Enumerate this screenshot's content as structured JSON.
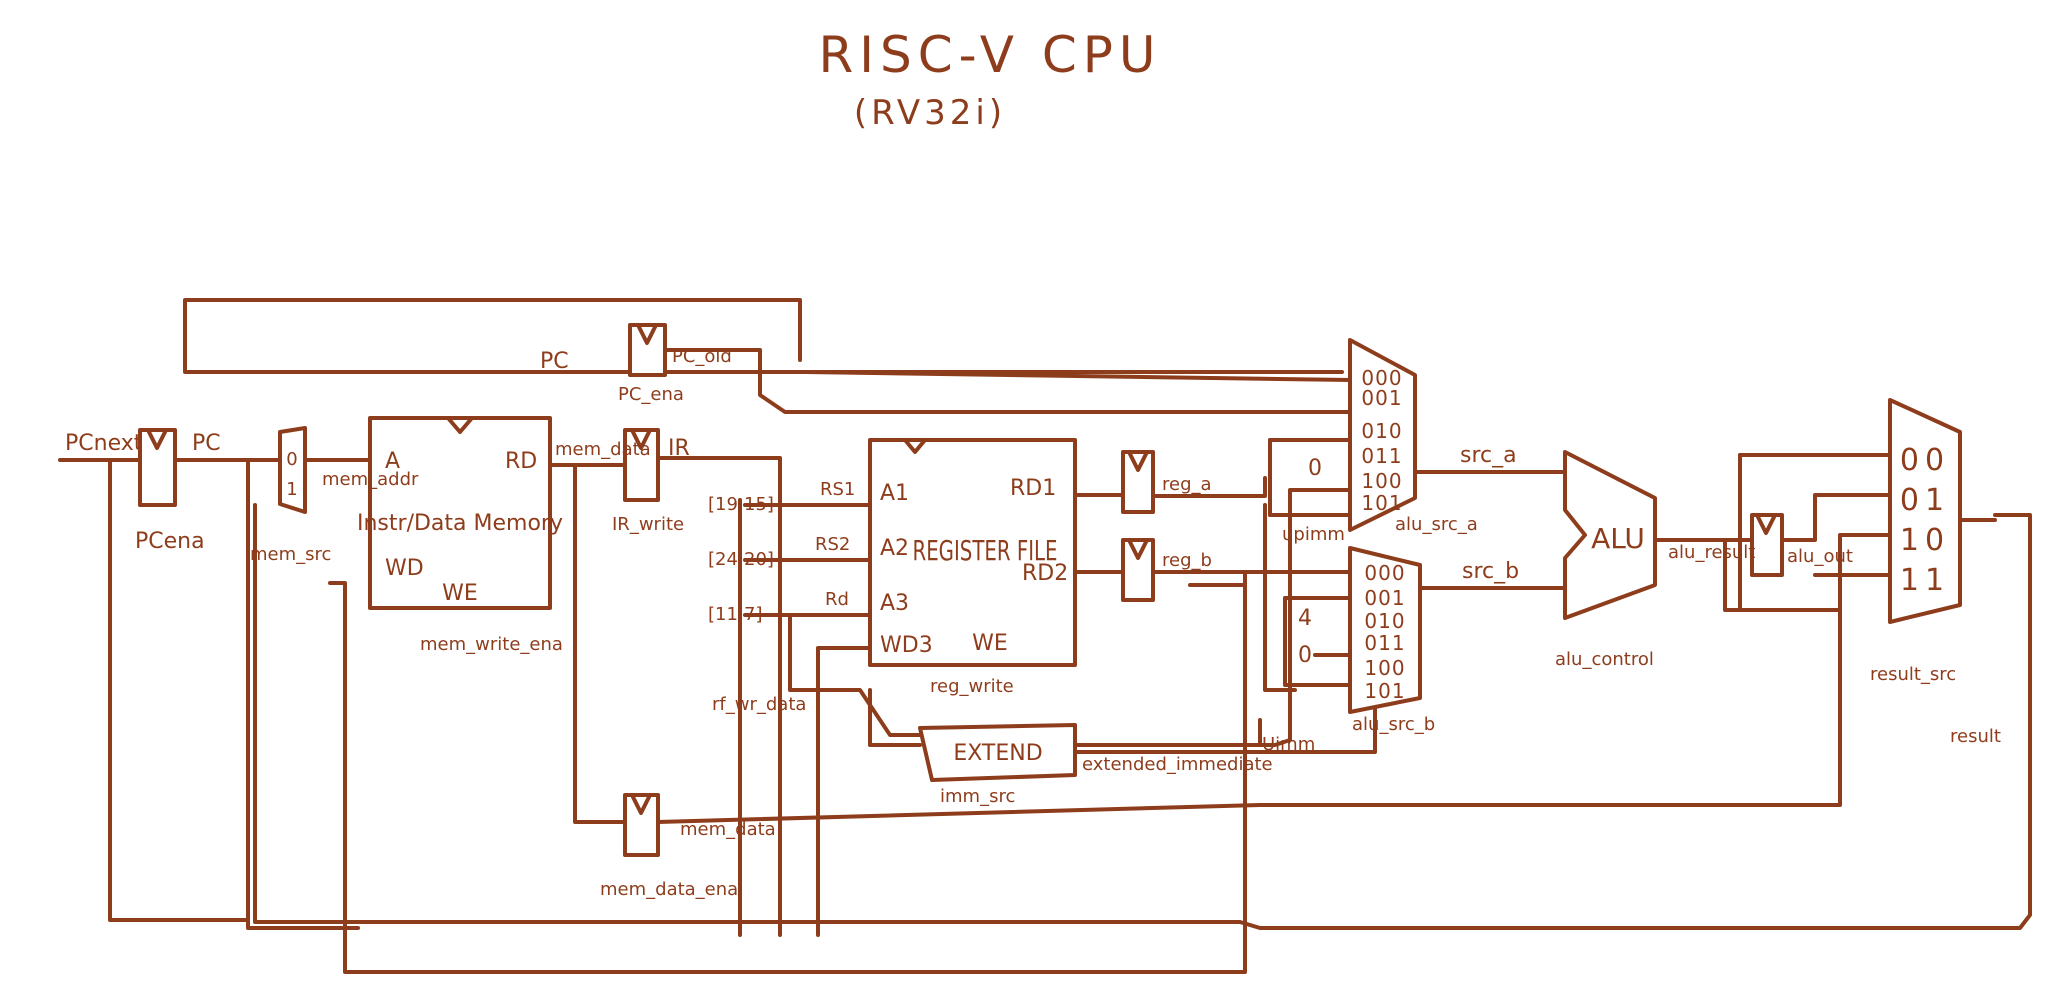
{
  "title": "RISC-V CPU",
  "subtitle": "(RV32i)",
  "colors": {
    "ink": "#8e3d1c",
    "paper": "#ffffff"
  },
  "labels": {
    "pc_next": "PCnext",
    "pc_out": "PC",
    "pc_top": "PC",
    "pc_ena": "PCena",
    "pc_old": "PC_old",
    "pc_old_ena": "PC_ena",
    "mem_mux_0": "0",
    "mem_mux_1": "1",
    "mem_addr": "mem_addr",
    "mem_src": "mem_src",
    "mem_data": "mem_data",
    "ir": "IR",
    "ir_write": "IR_write",
    "mem_write_ena": "mem_write_ena",
    "mem_data_reg": "mem_data",
    "mem_data_ena": "mem_data_ena",
    "field_rs1": "[19:15]",
    "field_rs2": "[24:20]",
    "field_rd": "[11:7]",
    "rs1": "RS1",
    "rs2": "RS2",
    "rd": "Rd",
    "reg_a": "reg_a",
    "reg_b": "reg_b",
    "reg_write": "reg_write",
    "rf_wr_data": "rf_wr_data",
    "extended_immediate": "extended_immediate",
    "imm_src": "imm_src",
    "upimm": "upimm",
    "uimm": "Uimm",
    "alu_src_a": "alu_src_a",
    "alu_src_b": "alu_src_b",
    "src_a": "src_a",
    "src_b": "src_b",
    "alu_control": "alu_control",
    "alu_result": "alu_result",
    "alu_out": "alu_out",
    "result_src": "result_src",
    "result": "result"
  },
  "blocks": {
    "memory": {
      "title": "Instr/Data Memory",
      "addr": "A",
      "rd": "RD",
      "wd": "WD",
      "we": "WE"
    },
    "regfile": {
      "title": "REGISTER FILE",
      "a1": "A1",
      "a2": "A2",
      "a3": "A3",
      "wd3": "WD3",
      "rd1": "RD1",
      "rd2": "RD2",
      "we": "WE"
    },
    "extend": {
      "title": "EXTEND"
    },
    "alu": {
      "title": "ALU"
    }
  },
  "mux_src_a": {
    "inputs": [
      "000",
      "001",
      "010",
      "011",
      "100",
      "101"
    ],
    "const_zero": "0"
  },
  "mux_src_b": {
    "inputs": [
      "000",
      "001",
      "010",
      "011",
      "100",
      "101"
    ],
    "const_four": "4",
    "const_zero": "0"
  },
  "mux_result": {
    "inputs": [
      "00",
      "01",
      "10",
      "11"
    ]
  }
}
